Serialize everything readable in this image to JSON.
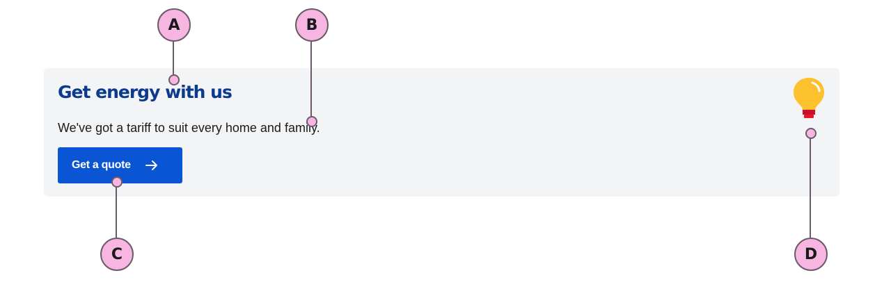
{
  "card": {
    "title": "Get energy with us",
    "text": "We've got a tariff to suit every home and family.",
    "button_label": "Get a quote",
    "button_icon": "arrow-right-icon",
    "illustration_icon": "lightbulb-icon"
  },
  "callouts": {
    "a": "A",
    "b": "B",
    "c": "C",
    "d": "D"
  },
  "colors": {
    "card_background": "#f2f4f5",
    "title": "#0b3a8f",
    "button": "#0a55d3",
    "callout_fill": "#f7b6e2",
    "callout_stroke": "#6b5a6b",
    "bulb_yellow": "#fcc12d",
    "bulb_base": "#d7141f"
  }
}
